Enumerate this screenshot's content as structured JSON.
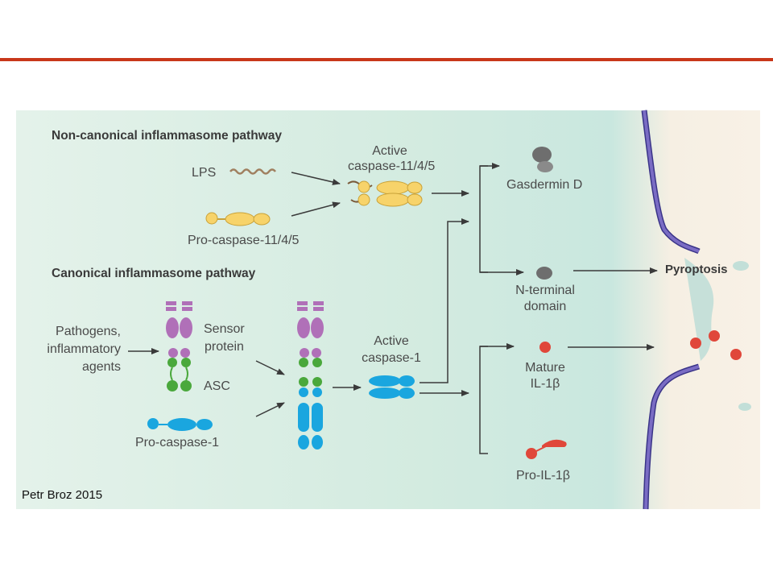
{
  "diagram": {
    "non_canonical_title": "Non-canonical inflammasome pathway",
    "canonical_title": "Canonical inflammasome pathway",
    "lps": "LPS",
    "pro_caspase_11": "Pro-caspase-11/4/5",
    "active_caspase_11_line1": "Active",
    "active_caspase_11_line2": "caspase-11/4/5",
    "gasdermin_d": "Gasdermin D",
    "n_terminal_line1": "N-terminal",
    "n_terminal_line2": "domain",
    "pyroptosis": "Pyroptosis",
    "pathogens_line1": "Pathogens,",
    "pathogens_line2": "inflammatory",
    "pathogens_line3": "agents",
    "sensor_line1": "Sensor",
    "sensor_line2": "protein",
    "asc": "ASC",
    "pro_caspase_1": "Pro-caspase-1",
    "active_caspase_1_line1": "Active",
    "active_caspase_1_line2": "caspase-1",
    "mature_line1": "Mature",
    "mature_line2": "IL-1β",
    "pro_il1b": "Pro-IL-1β"
  },
  "credit": "Petr Broz  2015",
  "colors": {
    "accent_rule": "#c8371a",
    "caspase_11": "#f7d36a",
    "caspase_1": "#1aa6df",
    "sensor": "#b070b8",
    "asc": "#4aa83c",
    "il1b": "#e0473a",
    "gasdermin": "#6e6e6e",
    "membrane": "#6b5fb0"
  }
}
